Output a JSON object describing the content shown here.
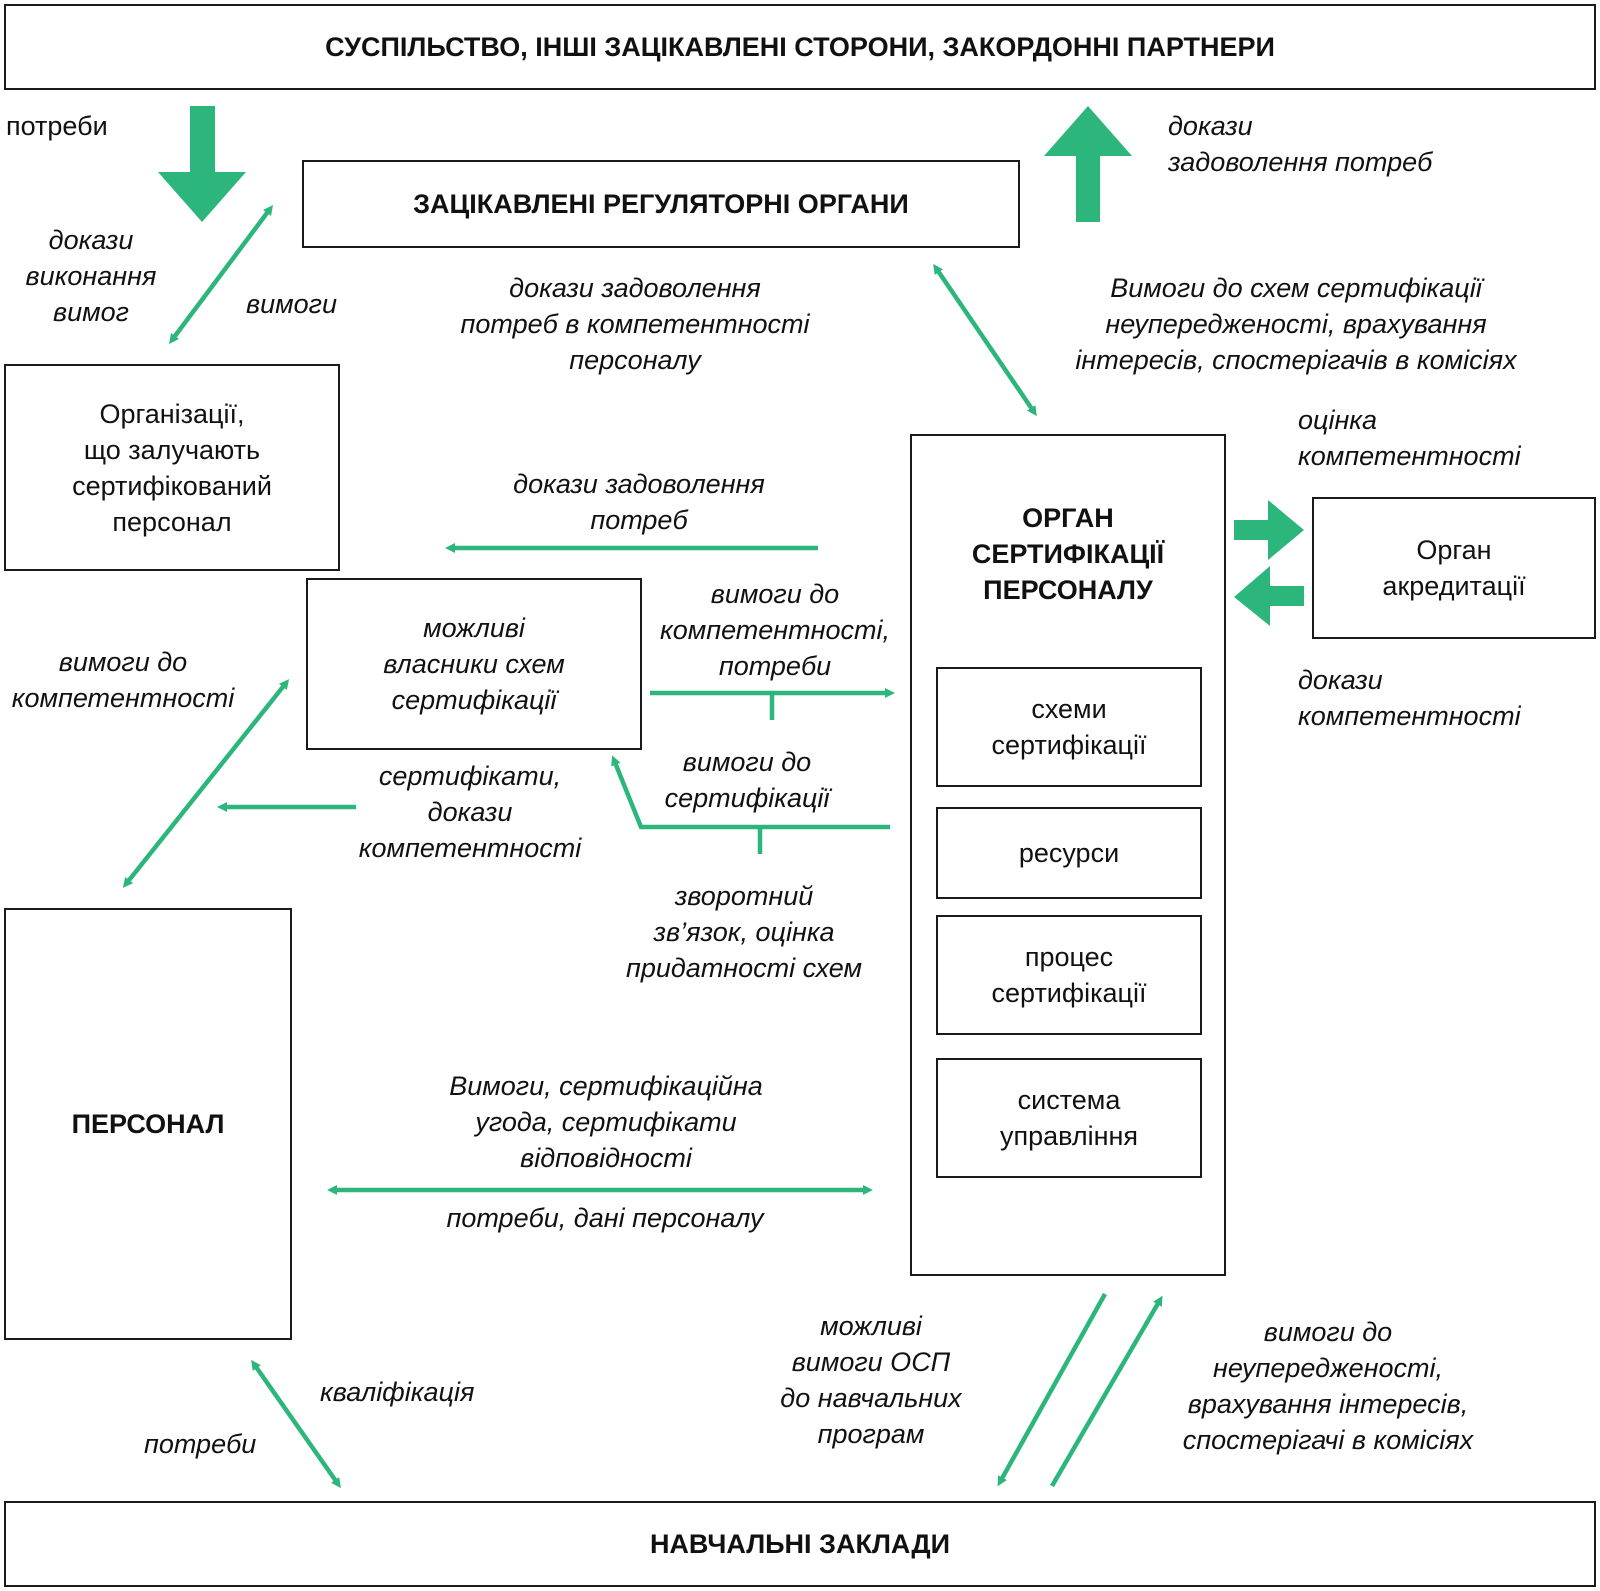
{
  "colors": {
    "accent": "#2db67c",
    "border": "#1a1a1a"
  },
  "boxes": {
    "society": "СУСПІЛЬСТВО, ІНШІ ЗАЦІКАВЛЕНІ СТОРОНИ, ЗАКОРДОННІ ПАРТНЕРИ",
    "regulators": "ЗАЦІКАВЛЕНІ РЕГУЛЯТОРНІ ОРГАНИ",
    "organizations": [
      "Організації,",
      "що залучають",
      "сертифікований",
      "персонал"
    ],
    "scheme_owners": [
      "можливі",
      "власники схем",
      "сертифікації"
    ],
    "personnel": "ПЕРСОНАЛ",
    "cert_body": [
      "ОРГАН",
      "СЕРТИФІКАЦІЇ",
      "ПЕРСОНАЛУ"
    ],
    "sub_schemes": [
      "схеми",
      "сертифікації"
    ],
    "sub_resources": [
      "ресурси"
    ],
    "sub_process": [
      "процес",
      "сертифікації"
    ],
    "sub_management": [
      "система",
      "управління"
    ],
    "accreditation": [
      "Орган",
      "акредитації"
    ],
    "education": "НАВЧАЛЬНІ ЗАКЛАДИ"
  },
  "labels": {
    "needs_top": "потреби",
    "evidence_satisfaction": [
      "докази",
      "задоволення потреб"
    ],
    "evidence_requirements": [
      "докази",
      "виконання",
      "вимог"
    ],
    "requirements": "вимоги",
    "evidence_competence_needs": [
      "докази задоволення",
      "потреб в компетентності",
      "персоналу"
    ],
    "scheme_requirements": [
      "Вимоги до схем сертифікації",
      "неупередженості, врахування",
      "інтересів, спостерігачів в комісіях"
    ],
    "competence_assessment": [
      "оцінка",
      "компетентності"
    ],
    "evidence_needs_mid": [
      "докази задоволення",
      "потреб"
    ],
    "competence_requirements_needs": [
      "вимоги до",
      "компетентності,",
      "потреби"
    ],
    "competence_requirements_left": [
      "вимоги до",
      "компетентності"
    ],
    "competence_evidence_right": [
      "докази",
      "компетентності"
    ],
    "certification_requirements": [
      "вимоги до",
      "сертифікації"
    ],
    "certificates_evidence": [
      "сертифікати,",
      "докази",
      "компетентності"
    ],
    "feedback": [
      "зворотний",
      "зв’язок, оцінка",
      "придатності схем"
    ],
    "agreement": [
      "Вимоги, сертифікаційна",
      "угода, сертифікати",
      "відповідності"
    ],
    "needs_personnel_data": "потреби, дані персоналу",
    "qualification": "кваліфікація",
    "needs_bottom": "потреби",
    "osp_requirements": [
      "можливі",
      "вимоги ОСП",
      "до навчальних",
      "програм"
    ],
    "impartiality_requirements": [
      "вимоги до",
      "неупередженості,",
      "врахування інтересів,",
      "спостерігачі в комісіях"
    ]
  }
}
